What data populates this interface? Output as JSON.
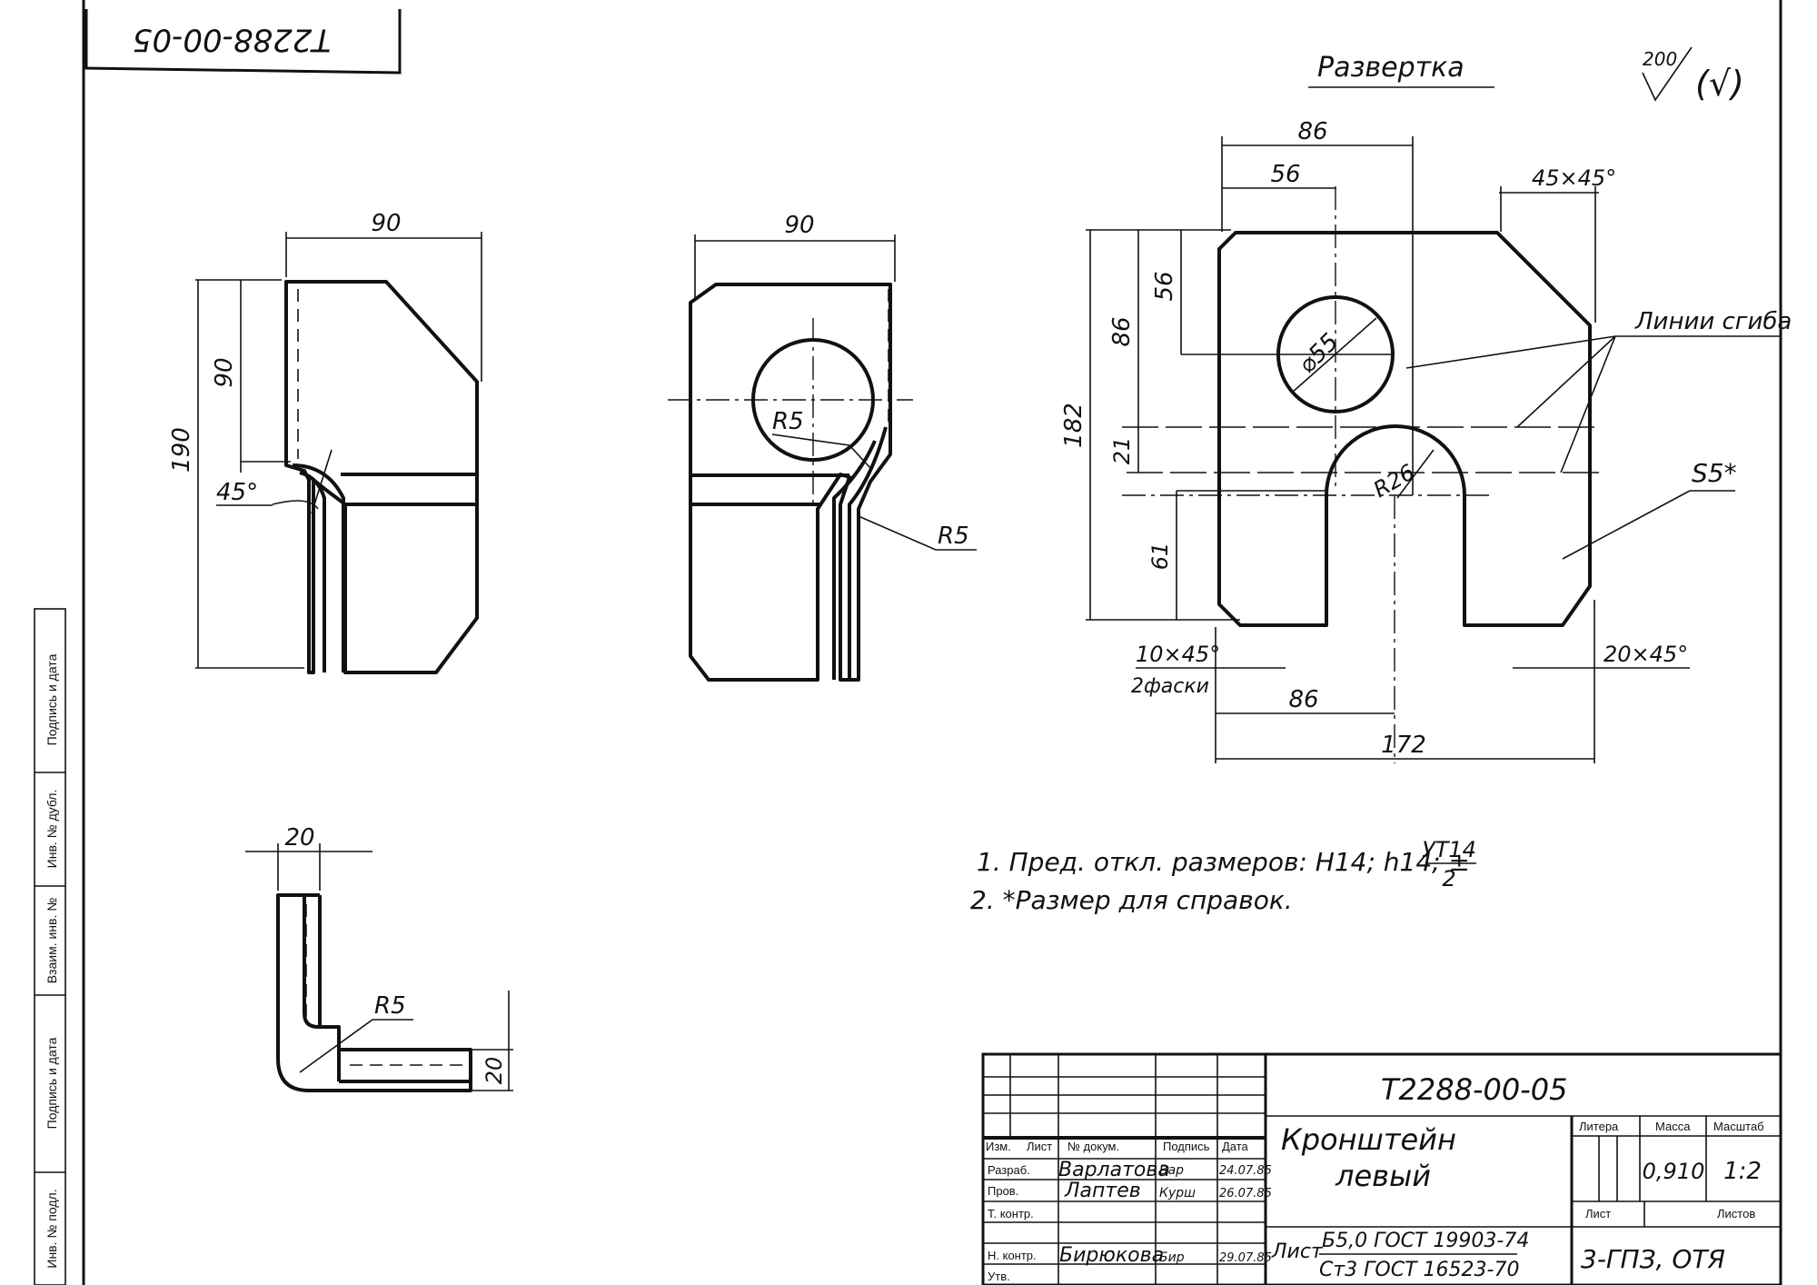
{
  "drawing": {
    "number": "T2288-00-05",
    "number_inverted": "T2288-00-05",
    "title_line1": "Кронштейн",
    "title_line2": "левый",
    "scale": "1:2",
    "mass": "0,910",
    "material_top": "Б5,0 ГОСТ 19903-74",
    "material_label": "Лист",
    "material_bottom": "Ст3 ГОСТ 16523-70",
    "organization": "3-ГПЗ, ОТЯ",
    "surface_mark": "200",
    "surface_paren": "(√)"
  },
  "views": {
    "unfold_title": "Развертка",
    "bend_lines_label": "Линии сгиба"
  },
  "dims": {
    "v1_width": "90",
    "v1_height": "190",
    "v1_upper": "90",
    "v1_angle": "45°",
    "v2_width": "90",
    "v2_r_hole": "R5",
    "v2_r_bend": "R5",
    "v3_total_w": "86",
    "v3_hole_x": "56",
    "v3_chamfer_top": "45×45°",
    "v3_hole_y": "56",
    "v3_upper_h": "86",
    "v3_total_h": "182",
    "v3_mid": "21",
    "v3_slot_h": "61",
    "v3_hole_d": "⌀55",
    "v3_slot_r": "R26",
    "v3_thickness": "S5*",
    "v3_chamfer_left": "10×45°",
    "v3_chamfer_left_note": "2фаски",
    "v3_bottom_86": "86",
    "v3_bottom_172": "172",
    "v3_chamfer_right": "20×45°",
    "v4_top": "20",
    "v4_r": "R5",
    "v4_side": "20"
  },
  "notes": {
    "line1": "1. Пред. откл. размеров: H14; h14; ±",
    "line1_frac_num": "УТ14",
    "line1_frac_den": "2",
    "line2": "2. *Размер для справок."
  },
  "title_block": {
    "col_izm": "Изм.",
    "col_list": "Лист",
    "col_doc": "№ докум.",
    "col_sign": "Подпись",
    "col_date": "Дата",
    "row_razrab": "Разраб.",
    "row_prov": "Пров.",
    "row_tkontr": "Т. контр.",
    "row_nkontr": "Н. контр.",
    "row_utv": "Утв.",
    "name_razrab": "Варлатова",
    "name_prov": "Лаптев",
    "name_nkontr": "Бирюкова",
    "sign_razrab": "Вар",
    "date_razrab": "24.07.85",
    "sign_prov": "Курш",
    "date_prov": "26.07.85",
    "sign_nkontr": "Бир",
    "date_nkontr": "29.07.85",
    "head_litera": "Литера",
    "head_massa": "Масса",
    "head_masshtab": "Масштаб",
    "head_list": "Лист",
    "head_listov": "Листов"
  },
  "left_strip": {
    "f1": "Подпись и дата",
    "f2": "Инв. № дубл.",
    "f3": "Взаим. инв. №",
    "f4": "Подпись и дата",
    "f5": "Инв. № подл."
  }
}
